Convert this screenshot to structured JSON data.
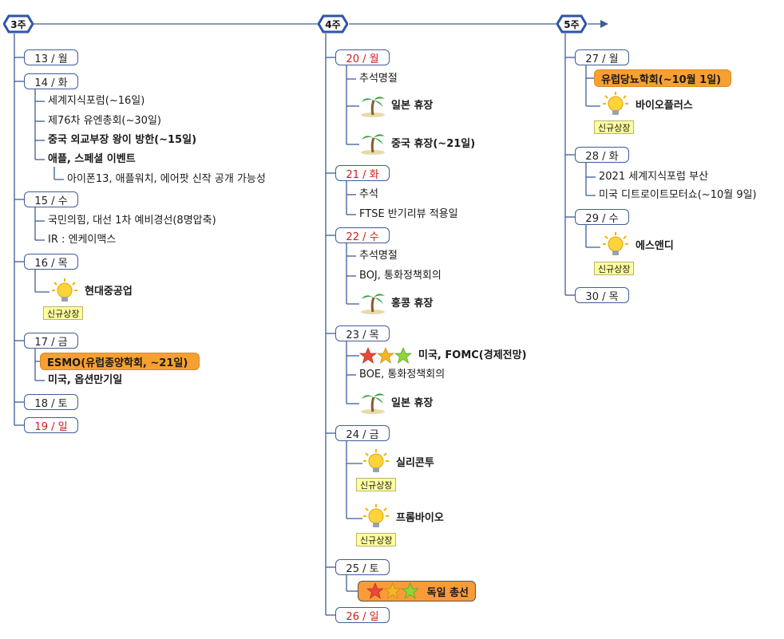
{
  "weeks": [
    {
      "label": "3주"
    },
    {
      "label": "4주"
    },
    {
      "label": "5주"
    }
  ],
  "week3": {
    "d13": "13 / 월",
    "d14": "14 / 화",
    "d14_items": [
      "세계지식포럼(~16일)",
      "제76차 유엔총회(~30일)",
      "중국 외교부장 왕이 방한(~15일)",
      "애플, 스페셜 이벤트"
    ],
    "d14_sub": "아이폰13, 애플워치, 에어팟 신작 공개 가능성",
    "d15": "15 / 수",
    "d15_items": [
      "국민의힘, 대선 1차 예비경선(8명압축)",
      "IR : 엔케이맥스"
    ],
    "d16": "16 / 목",
    "d16_item": "현대중공업",
    "d16_badge": "신규상장",
    "d17": "17 / 금",
    "d17_hl": "ESMO(유럽종양학회,  ~21일)",
    "d17_item": "미국, 옵션만기일",
    "d18": "18 / 토",
    "d19": "19 / 일"
  },
  "week4": {
    "d20": "20 / 월",
    "d20_items": [
      "추석명절",
      "일본 휴장",
      "중국 휴장(~21일)"
    ],
    "d21": "21 / 화",
    "d21_items": [
      "추석",
      "FTSE 반기리뷰 적용일"
    ],
    "d22": "22 / 수",
    "d22_items": [
      "추석명절",
      "BOJ, 통화정책회의",
      "홍콩 휴장"
    ],
    "d23": "23 / 목",
    "d23_items": [
      "미국, FOMC(경제전망)",
      "BOE, 통화정책회의",
      "일본 휴장"
    ],
    "d24": "24 / 금",
    "d24_items": [
      "실리콘투",
      "프롬바이오"
    ],
    "d24_badges": [
      "신규상장",
      "신규상장"
    ],
    "d25": "25 / 토",
    "d25_hl": "독일 총선",
    "d26": "26 / 일"
  },
  "week5": {
    "d27": "27 / 월",
    "d27_hl": "유럽당뇨학회(~10월 1일)",
    "d27_item": "바이오플러스",
    "d27_badge": "신규상장",
    "d28": "28 / 화",
    "d28_items": [
      "2021 세계지식포럼 부산",
      "미국 디트로이트모터쇼(~10월 9일)"
    ],
    "d29": "29 / 수",
    "d29_item": "에스앤디",
    "d29_badge": "신규상장",
    "d30": "30 / 목"
  },
  "colors": {
    "line": "#3f5d96",
    "red": "#d11b1b",
    "highlight": "#f7a032",
    "badge": "#ffff9e"
  },
  "icons": [
    "lightbulb-icon",
    "palm-tree-icon",
    "three-stars-icon",
    "arrow-right-icon"
  ]
}
